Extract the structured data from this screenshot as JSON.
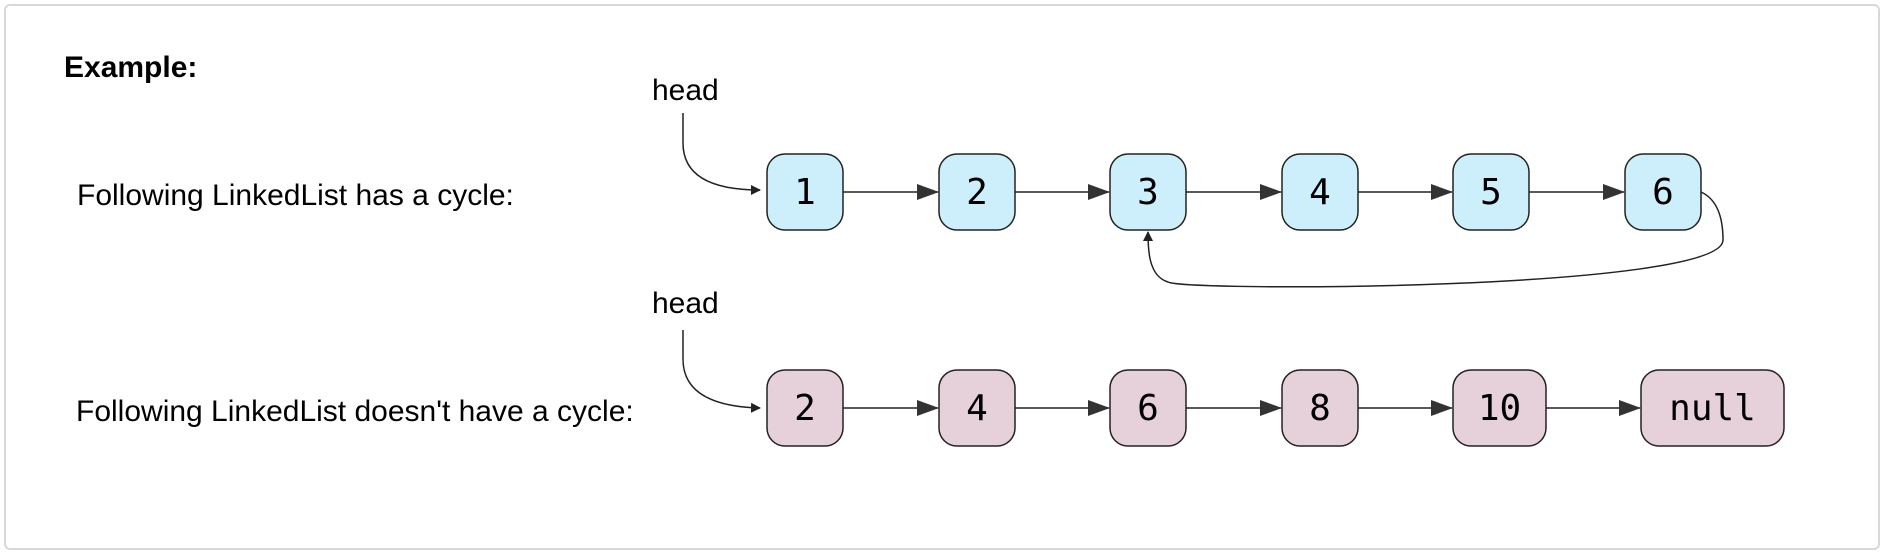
{
  "title": "Example:",
  "rows": [
    {
      "id": "cycle",
      "description": "Following LinkedList has a cycle:",
      "head_label": "head",
      "fill": "#cdeefb",
      "nodes": [
        "1",
        "2",
        "3",
        "4",
        "5",
        "6"
      ],
      "cycle_from": 5,
      "cycle_to": 2
    },
    {
      "id": "no-cycle",
      "description": "Following LinkedList doesn't have a cycle:",
      "head_label": "head",
      "fill": "#e6d1da",
      "nodes": [
        "2",
        "4",
        "6",
        "8",
        "10",
        "null"
      ],
      "cycle_from": null,
      "cycle_to": null
    }
  ]
}
